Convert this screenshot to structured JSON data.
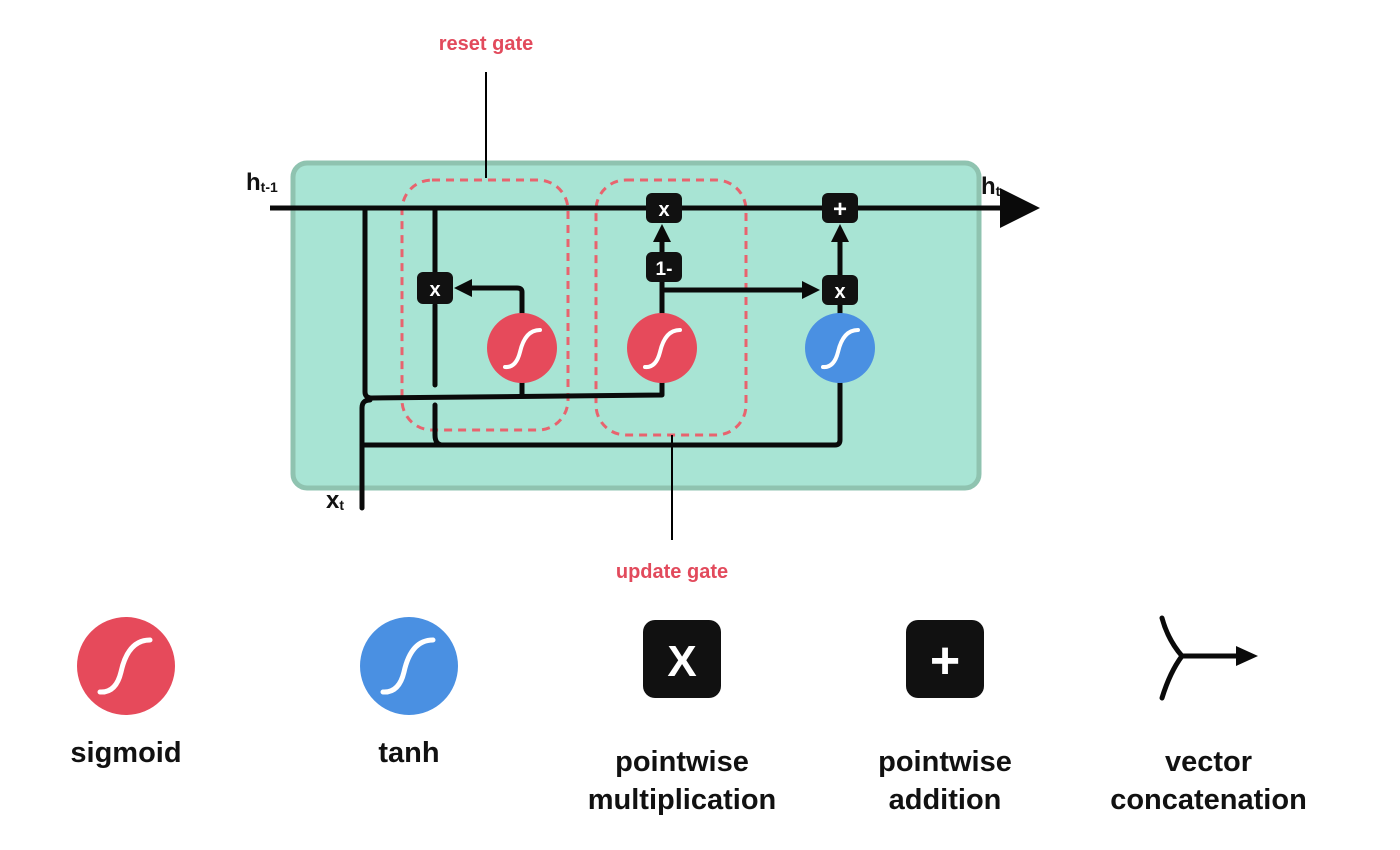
{
  "diagram": {
    "reset_gate_label": "reset gate",
    "update_gate_label": "update gate",
    "h_prev_main": "h",
    "h_prev_sub": "t-1",
    "h_out_main": "h",
    "h_out_sub": "t",
    "x_main": "x",
    "x_sub": "t",
    "mult_symbol": "x",
    "add_symbol": "+",
    "one_minus": "1-",
    "colors": {
      "cell_fill": "#a8e4d4",
      "cell_border": "#8fc3b0",
      "gate_dash": "#e8636e",
      "gate_label": "#e24a5c",
      "sigmoid": "#e64a5b",
      "tanh": "#4a90e2",
      "op_box": "#111111",
      "line": "#0a0a0a"
    }
  },
  "legend": {
    "sigmoid_label": "sigmoid",
    "tanh_label": "tanh",
    "mult_label_1": "pointwise",
    "mult_label_2": "multiplication",
    "add_label_1": "pointwise",
    "add_label_2": "addition",
    "concat_label_1": "vector",
    "concat_label_2": "concatenation",
    "mult_symbol": "X",
    "add_symbol": "+"
  }
}
